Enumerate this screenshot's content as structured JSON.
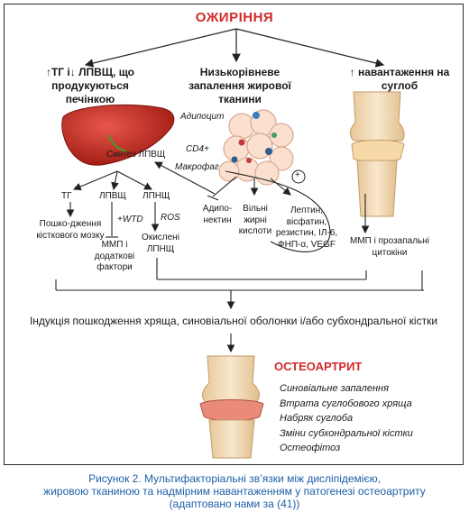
{
  "top": {
    "title": "ОЖИРІННЯ"
  },
  "branches": {
    "left": "↑ТГ і↓ ЛПВЩ, що продукуються печінкою",
    "center": "Низькорівневе запалення жирової тканини",
    "right": "↑ навантаження на суглоб"
  },
  "labels": {
    "adipocyte": "Адипоцит",
    "cd4": "CD4+",
    "macrophage": "Макрофаг",
    "hdl_synthesis": "Синтез ЛПВЩ",
    "plus": "+",
    "tg": "ТГ",
    "hdl": "ЛПВЩ",
    "ldl": "ЛПНЩ",
    "wtd": "+WTD",
    "ros": "ROS",
    "bone_damage": "Пошко-дження кісткового мозку",
    "mmp_factors": "ММП і додаткові фактори",
    "oxidized_ldl": "Окислені ЛПНЩ",
    "adiponectin": "Адипо-нектин",
    "free_fa": "Вільні жирні кислоти",
    "adipokines": "Лептин, вісфатин, резистин, ІЛ-6, ФНП-α, VEGF",
    "mmp_cytokines": "ММП і прозапальні цитокіни"
  },
  "induction": "Індукція пошкодження хряща, синовіальної оболонки і/або субхондральної кістки",
  "outcome": {
    "title": "ОСТЕОАРТРИТ",
    "items": [
      "Синовіальне запалення",
      "Втрата суглобового хряща",
      "Набряк суглоба",
      "Зміни субхондральної кістки",
      "Остеофітоз"
    ]
  },
  "caption": {
    "line1": "Рисунок 2. Мультифакторіальні зв’язки між дисліпідемією,",
    "line2": "жировою тканиною та надмірним навантаженням у патогенезі остеоартриту",
    "line3": "(адаптовано нами за (41))"
  },
  "colors": {
    "accent_red": "#d22b2b",
    "caption_blue": "#1c5fa8",
    "liver": "#c8281e",
    "bone": "#f3dcb5"
  }
}
